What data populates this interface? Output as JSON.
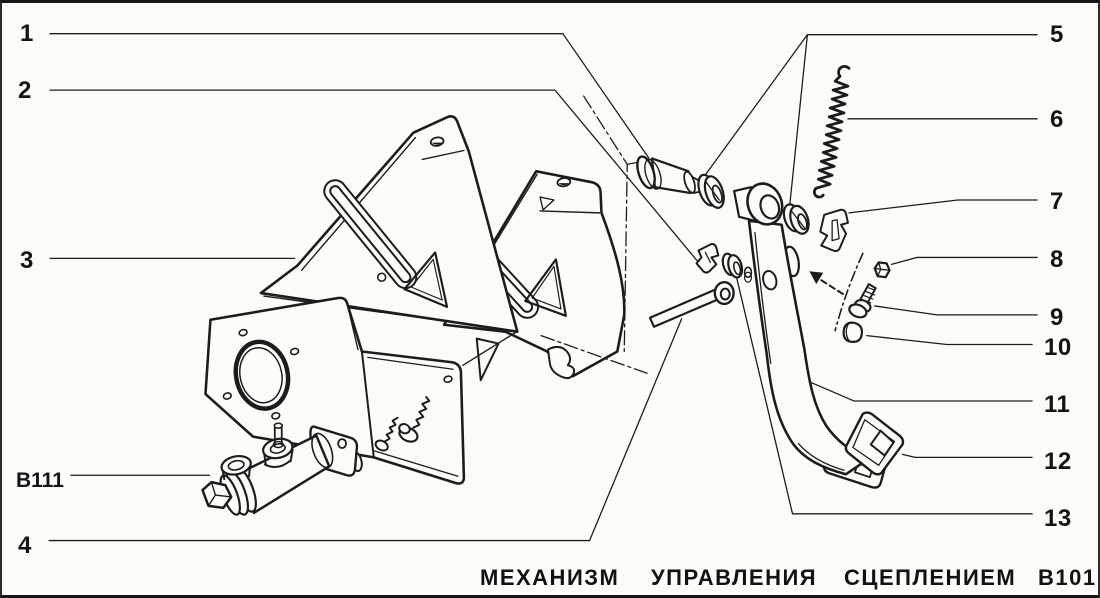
{
  "diagram": {
    "callouts_left": [
      "1",
      "2",
      "3",
      "4"
    ],
    "callouts_right": [
      "5",
      "6",
      "7",
      "8",
      "9",
      "10",
      "11",
      "12",
      "13"
    ],
    "cylinder_label": "B111",
    "caption": {
      "word1": "МЕХАНИЗМ",
      "word2": "УПРАВЛЕНИЯ",
      "word3": "СЦЕПЛЕНИЕМ",
      "code": "B101"
    }
  },
  "colors": {
    "ink": "#1c1c1c",
    "paper": "#fbfbf8"
  }
}
